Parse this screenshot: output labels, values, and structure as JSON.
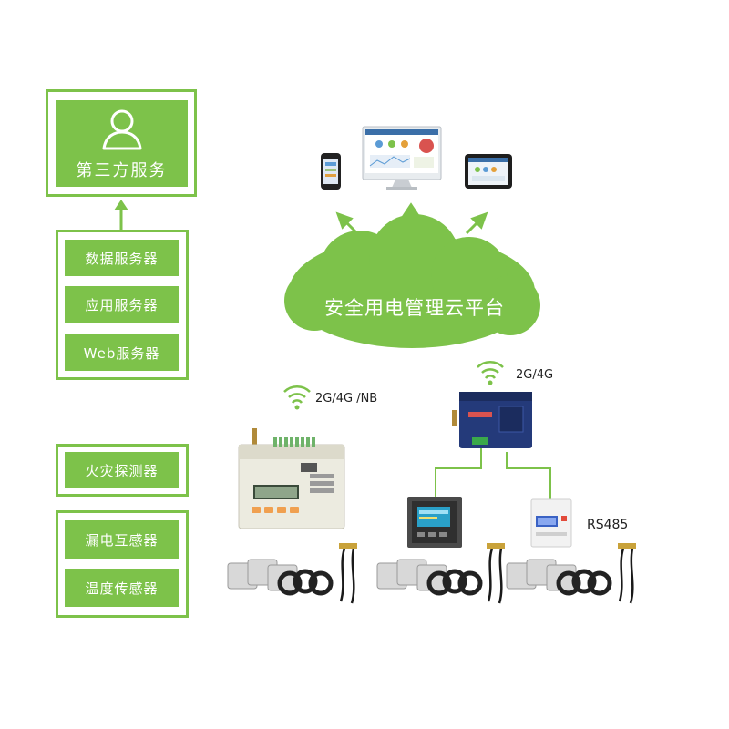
{
  "third_party": {
    "label": "第三方服务"
  },
  "servers": [
    {
      "label": "数据服务器"
    },
    {
      "label": "应用服务器"
    },
    {
      "label": "Web服务器"
    }
  ],
  "sensors_top": [
    {
      "label": "火灾探测器"
    }
  ],
  "sensors_bottom": [
    {
      "label": "漏电互感器"
    },
    {
      "label": "温度传感器"
    }
  ],
  "cloud": {
    "label": "安全用电管理云平台"
  },
  "signals": {
    "left": "2G/4G /NB",
    "right": "2G/4G"
  },
  "protocol": {
    "label": "RS485"
  },
  "colors": {
    "accent": "#7dc24a",
    "device_blue": "#243a7a"
  },
  "icons": [
    "user-icon",
    "phone-icon",
    "monitor-icon",
    "tablet-icon",
    "wifi-icon",
    "arrow-up-icon"
  ]
}
